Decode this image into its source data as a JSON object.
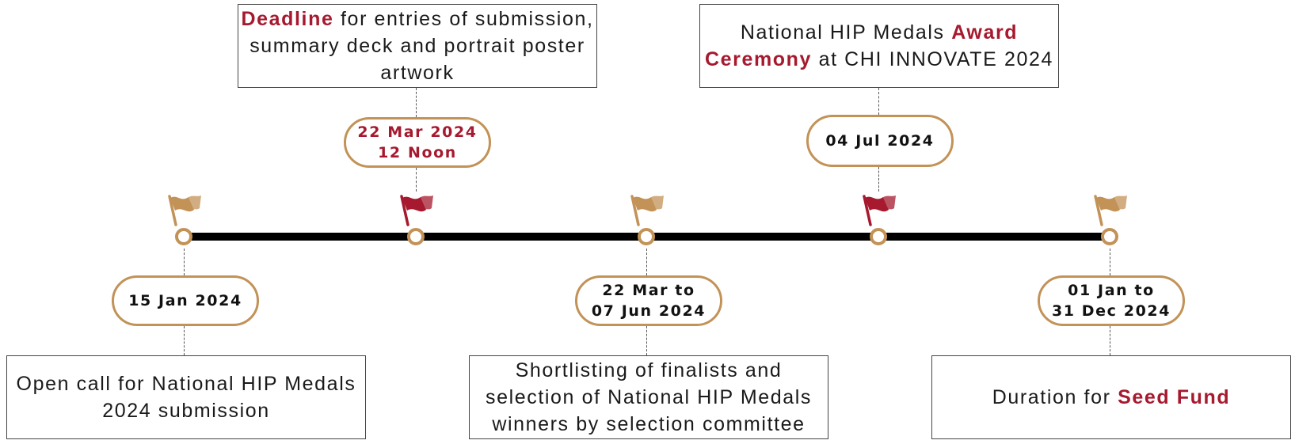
{
  "colors": {
    "accent_red": "#a6192e",
    "gold": "#c29257",
    "axis": "#000000"
  },
  "milestones": [
    {
      "date_line1": "15 Jan 2024",
      "date_line2": "",
      "desc_pre": "Open call for National HIP Medals 2024 submission",
      "desc_hl": "",
      "desc_post": "",
      "flag_color": "gold"
    },
    {
      "date_line1": "22 Mar 2024",
      "date_line2": "12 Noon",
      "desc_pre": "",
      "desc_hl": "Deadline",
      "desc_post": " for entries of submission, summary deck and portrait poster artwork",
      "flag_color": "red"
    },
    {
      "date_line1": "22 Mar to",
      "date_line2": "07 Jun 2024",
      "desc_pre": "Shortlisting of finalists and selection of National HIP Medals winners by selection committee",
      "desc_hl": "",
      "desc_post": "",
      "flag_color": "gold"
    },
    {
      "date_line1": "04 Jul 2024",
      "date_line2": "",
      "desc_pre": "National HIP Medals ",
      "desc_hl": "Award Ceremony",
      "desc_post": " at CHI INNOVATE 2024",
      "flag_color": "red"
    },
    {
      "date_line1": "01 Jan to",
      "date_line2": "31 Dec 2024",
      "desc_pre": "Duration for ",
      "desc_hl": "Seed Fund",
      "desc_post": "",
      "flag_color": "gold"
    }
  ]
}
